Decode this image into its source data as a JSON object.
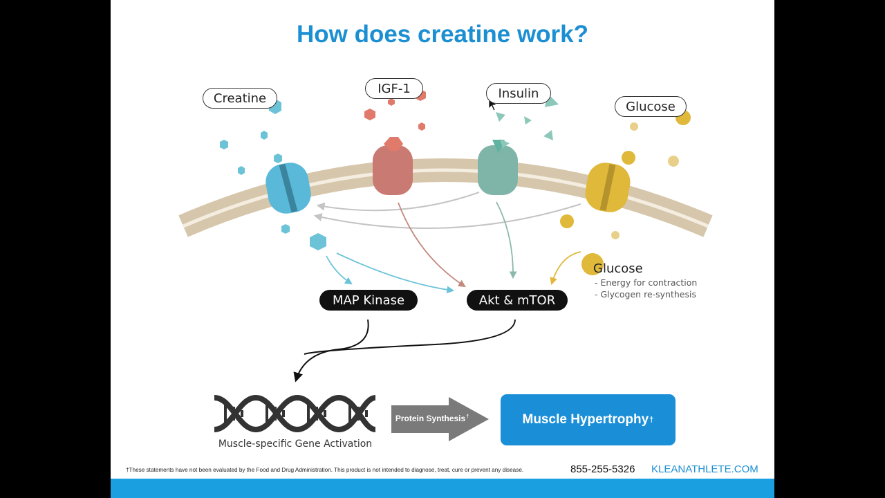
{
  "title": "How does creatine work?",
  "labels": {
    "creatine": "Creatine",
    "igf1": "IGF-1",
    "insulin": "Insulin",
    "glucose": "Glucose"
  },
  "pathways": {
    "map_kinase": "MAP Kinase",
    "akt_mtor": "Akt & mTOR"
  },
  "glucose_note": {
    "title": "Glucose",
    "items": [
      "- Energy for contraction",
      "- Glycogen re-synthesis"
    ]
  },
  "gene_caption": "Muscle-specific Gene Activation",
  "protein_synthesis": "Protein Synthesis",
  "hypertrophy": "Muscle Hypertrophy",
  "dagger": "†",
  "footer": {
    "disclaimer": "†These statements have not been evaluated by the Food and Drug Administration. This product is not intended to diagnose, treat, cure or prevent any disease.",
    "phone": "855-255-5326",
    "website": "KLEANATHLETE.COM"
  },
  "colors": {
    "brand_blue": "#1b8fd2",
    "creatine": "#5ab8d8",
    "igf1": "#c97a72",
    "insulin": "#7fb4a8",
    "glucose": "#e0b83a",
    "membrane": "#d6c7ac"
  },
  "icons": {
    "cursor": "mouse-pointer-icon",
    "dna": "dna-helix-icon",
    "arrow": "gray-right-arrow-icon"
  }
}
